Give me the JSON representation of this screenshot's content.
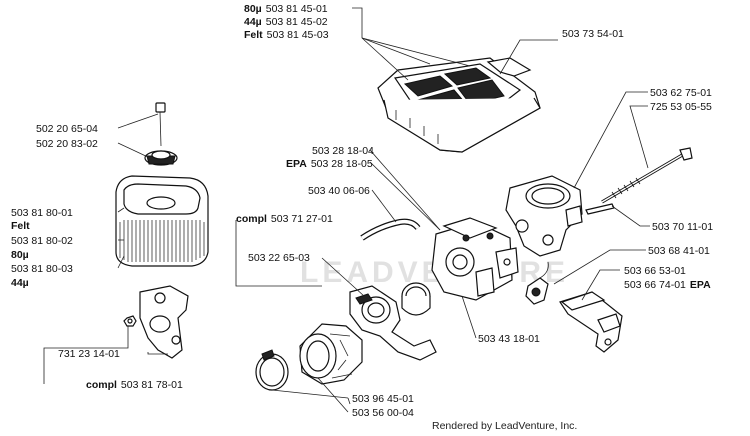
{
  "labels": {
    "air_filter_cover": {
      "line1_prefix": "80µ",
      "line1_pn": "503 81 45-01",
      "line2_prefix": "44µ",
      "line2_pn": "503 81 45-02",
      "line3_prefix": "Felt",
      "line3_pn": "503 81 45-03",
      "cover_pn": "503 73 54-01"
    },
    "knob": {
      "pn1": "502 20 65-04",
      "pn2": "502 20 83-02"
    },
    "air_filter": {
      "pn1": "503 81 80-01",
      "felt": "Felt",
      "pn2": "503 81 80-02",
      "p80": "80µ",
      "pn3": "503 81 80-03",
      "p44": "44µ"
    },
    "bracket": {
      "nut_pn": "731 23 14-01",
      "compl_prefix": "compl",
      "compl_pn": "503 81 78-01"
    },
    "carb": {
      "pn1": "503 28 18-04",
      "epa_prefix": "EPA",
      "pn2": "503 28 18-05",
      "carb_pn": "503 43 18-01"
    },
    "hose": {
      "pn": "503 40 06-06"
    },
    "intake": {
      "compl_prefix": "compl",
      "compl_pn": "503 71 27-01",
      "pn": "503 22 65-03",
      "clamp_pn": "503 96 45-01",
      "boot_pn": "503 56 00-04"
    },
    "manifold": {
      "pn1": "503 62 75-01",
      "pn2": "725 53 05-55",
      "spring_pn": "503 70 11-01",
      "lever_pn": "503 68 41-01",
      "shield_pn1": "503 66 53-01",
      "shield_pn2": "503 66 74-01",
      "shield_epa": "EPA"
    }
  },
  "watermark": "LEADVENTURE",
  "credit": "Rendered by LeadVenture, Inc."
}
